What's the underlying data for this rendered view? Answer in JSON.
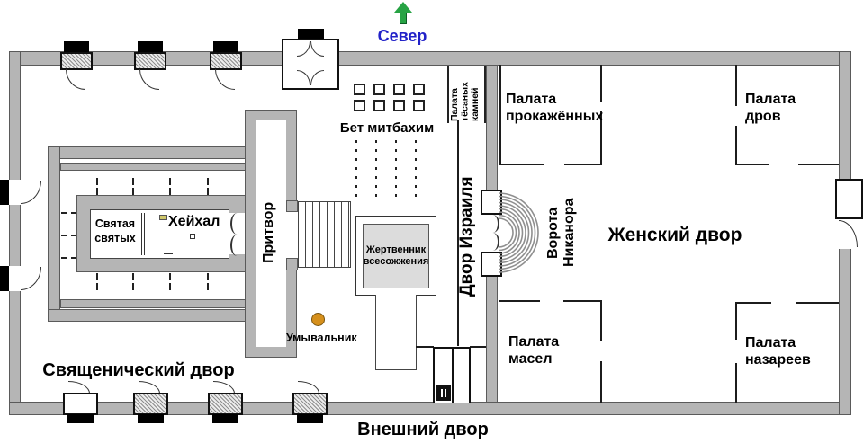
{
  "compass": {
    "north_label": "Север"
  },
  "courts": {
    "priests": "Священический двор",
    "outer": "Внешний двор",
    "israel": "Двор Израиля",
    "women": "Женский двор"
  },
  "temple": {
    "holy_of_holies": "Святая святых",
    "heikhal": "Хейхал",
    "porch": "Притвор",
    "slaughter_area": "Бет митбахим",
    "altar": "Жертвенник всесожжения",
    "laver": "Умывальник"
  },
  "chambers": {
    "hewn_stones": "Палата тёсаных камней",
    "lepers": "Палата прокажённых",
    "wood": "Палата дров",
    "oils": "Палата масел",
    "nazirites": "Палата назареев"
  },
  "gates": {
    "nicanor": "Ворота Никанора"
  },
  "colors": {
    "wall_gray": "#b5b5b5",
    "north_text_blue": "#2222c8",
    "arrow_green": "#27a344",
    "laver_orange": "#d6901c",
    "altar_fill": "#dcdcdc"
  }
}
